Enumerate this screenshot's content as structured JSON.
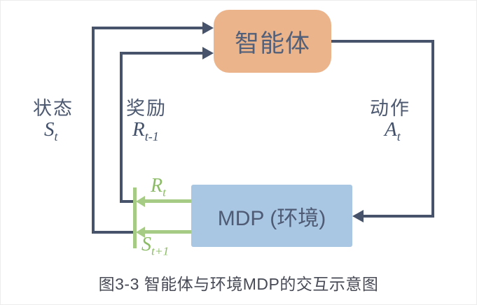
{
  "figure": {
    "caption": "图3-3 智能体与环境MDP的交互示意图"
  },
  "nodes": {
    "agent": {
      "label": "智能体"
    },
    "environment": {
      "label": "MDP (环境)"
    }
  },
  "labels": {
    "state": {
      "name": "状态",
      "symbol_base": "S",
      "symbol_sub": "t"
    },
    "reward": {
      "name": "奖励",
      "symbol_base": "R",
      "symbol_sub": "t-1"
    },
    "action": {
      "name": "动作",
      "symbol_base": "A",
      "symbol_sub": "t"
    },
    "env_reward": {
      "symbol_base": "R",
      "symbol_sub": "t"
    },
    "env_next_state": {
      "symbol_base": "S",
      "symbol_sub": "t+1"
    }
  },
  "colors": {
    "agent_fill": "#EBB48B",
    "environment_fill": "#A9C6E3",
    "node_text": "#53607A",
    "dark_line": "#46536B",
    "green_line": "#A6CB85",
    "green_text": "#8CBB67",
    "label_text": "#4D5970",
    "caption_text": "#474A55"
  }
}
